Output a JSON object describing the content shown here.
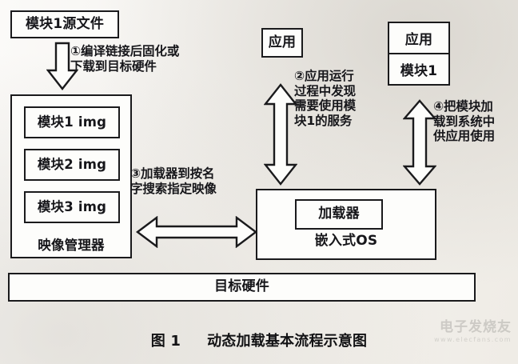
{
  "figure": {
    "caption_number": "图 1",
    "caption_title": "动态加载基本流程示意图"
  },
  "nodes": {
    "source_file": "模块1源文件",
    "image_manager": {
      "title": "映像管理器",
      "items": [
        "模块1 img",
        "模块2 img",
        "模块3 img"
      ]
    },
    "app_left": "应用",
    "app_stack": {
      "top": "应用",
      "bottom": "模块1"
    },
    "os": {
      "loader": "加载器",
      "title": "嵌入式OS"
    },
    "hardware": "目标硬件"
  },
  "steps": {
    "step1": "①编译链接后固化或\n下载到目标硬件",
    "step2": "②应用运行\n过程中发现\n需要使用模\n块1的服务",
    "step3": "③加载器到按名\n字搜索指定映像",
    "step4": "④把模块加\n载到系统中\n供应用使用"
  },
  "arrows": {
    "down_compile": "arrow-down",
    "vertical_app_os": "arrow-up-down",
    "vertical_load": "arrow-up-down",
    "horizontal_search": "arrow-left-right"
  },
  "watermark": {
    "main": "电子发烧友",
    "sub": "www.elecfans.com"
  },
  "colors": {
    "ink": "#16161a",
    "paper": "#f7f6f3",
    "box_fill": "#fdfdfb"
  }
}
